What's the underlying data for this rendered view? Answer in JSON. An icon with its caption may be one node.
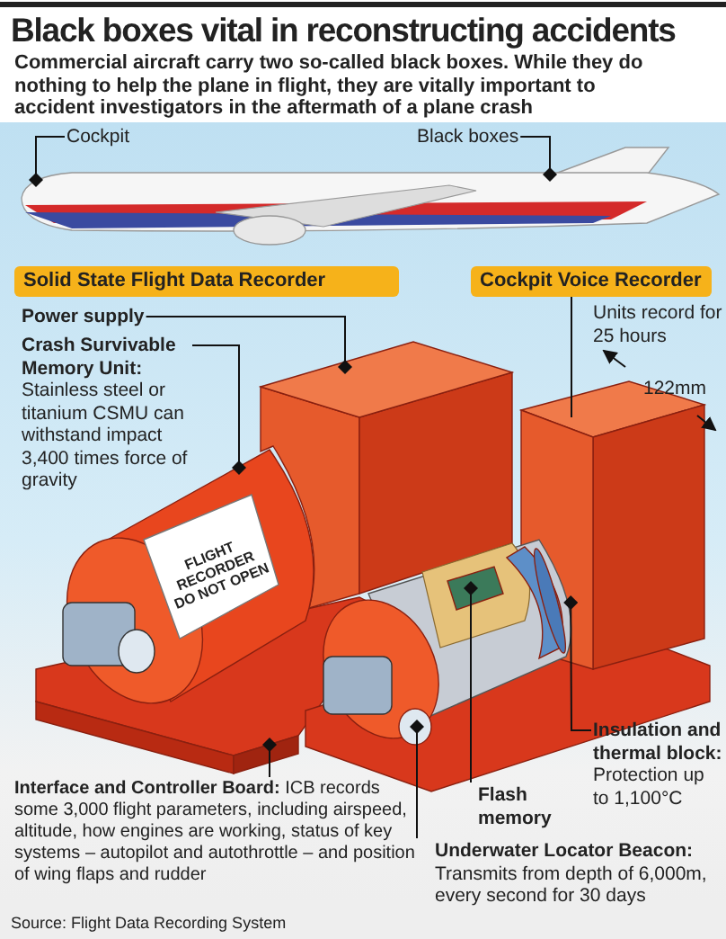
{
  "diagram": {
    "title": "Black boxes vital in reconstructing accidents",
    "caption": "Source: Flight Data Recording System",
    "nodes": [
      {
        "text": [
          "Cockpit"
        ]
      },
      {
        "text": [
          "Black boxes"
        ]
      },
      {
        "text": [
          "Solid State Flight Data Recorder"
        ]
      },
      {
        "text": [
          "Cockpit Voice Recorder"
        ],
        "beside": [
          "Units record for 25 hours"
        ]
      },
      {
        "text": [
          "Power supply"
        ]
      },
      {
        "text": [
          "Crash Survivable Memory Unit:",
          "Stainless steel or titanium CSMU can withstand impact 3,400 times force of gravity"
        ]
      },
      {
        "text": [
          "**Interface and Controller Board:** ICB records some 3,000 flight parameters, including airspeed, altitude, how engines are working, status of key systems – autopilot and autothrottle – and position of wing flaps and rudder"
        ]
      },
      {
        "text": [
          "Flash memory"
        ]
      },
      {
        "text": [
          "Insulation and thermal block:",
          "Protection up to 1,100°C"
        ]
      },
      {
        "text": [
          "Underwater Locator Beacon:",
          "Transmits from depth of 6,000m, every second for 30 days"
        ]
      },
      {
        "text": [],
        "shape": "picture"
      },
      {
        "text": [],
        "shape": "box",
        "beside": [
          "122mm"
        ]
      },
      {
        "text": [],
        "shape": "box"
      },
      {
        "text": [],
        "shape": "cylinder"
      },
      {
        "text": [],
        "shape": "box"
      },
      {
        "text": [],
        "shape": "box"
      },
      {
        "text": [],
        "shape": "cylinder"
      },
      {
        "text": [],
        "shape": "circle"
      }
    ],
    "edges": [
      {
        "from": 0,
        "to": 10,
        "arrow": "other"
      },
      {
        "from": 1,
        "to": 10,
        "arrow": "other"
      },
      {
        "from": 3,
        "to": 11,
        "arrow": "none"
      },
      {
        "from": 4,
        "to": 12,
        "arrow": "other"
      },
      {
        "from": 5,
        "to": 13,
        "arrow": "other"
      },
      {
        "from": 6,
        "to": 14,
        "arrow": "other"
      },
      {
        "from": 7,
        "to": 15,
        "arrow": "other"
      },
      {
        "from": 8,
        "to": 16,
        "arrow": "other"
      },
      {
        "from": 9,
        "to": 17,
        "arrow": "other"
      }
    ],
    "labels": [
      "Commercial aircraft carry two so-called black boxes. While they do nothing to help the plane in flight, they are vitally important to accident investigators in the aftermath of a plane crash",
      "FLIGHT RECORDER DO NOT OPEN"
    ]
  }
}
